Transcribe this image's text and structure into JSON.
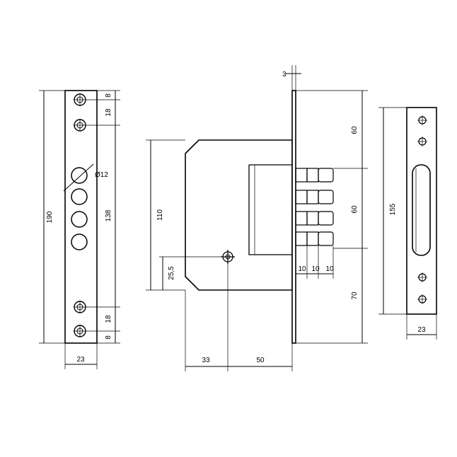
{
  "dimensions": {
    "left_plate_height": "190",
    "left_plate_width": "23",
    "top_offset_1": "8",
    "top_offset_2": "18",
    "holes_span": "138",
    "bottom_offset_2": "18",
    "bottom_offset_1": "8",
    "hole_diameter": "Ø12",
    "faceplate_thickness": "3",
    "case_height": "110",
    "spindle_height": "25,5",
    "case_backset": "33",
    "case_depth": "50",
    "bolt_width_1": "10",
    "bolt_width_2": "10",
    "bolt_width_3": "10",
    "bolt_offset_top": "60",
    "bolt_span": "60",
    "bolt_offset_bottom": "70",
    "strike_slot_height": "155",
    "strike_width": "23"
  }
}
